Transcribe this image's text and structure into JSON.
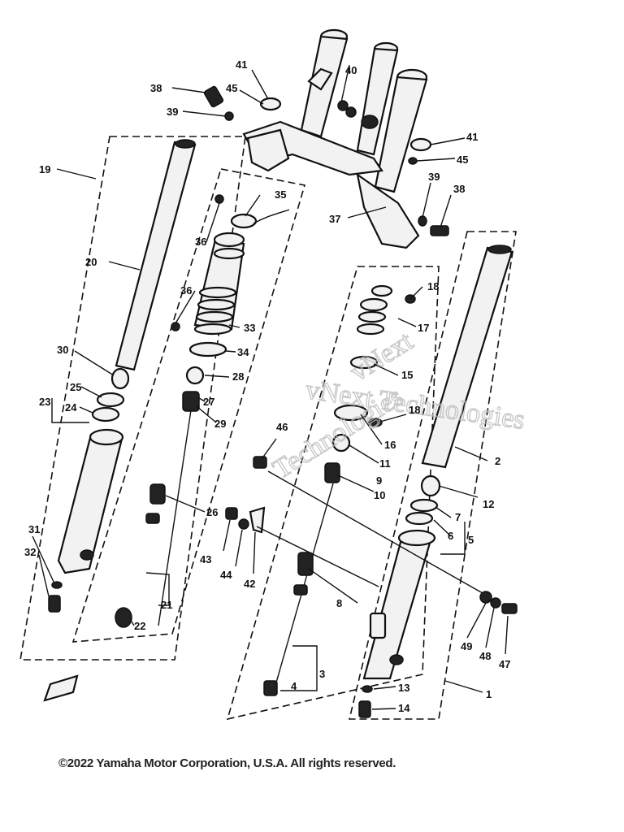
{
  "diagram": {
    "part_labels": [
      "1",
      "2",
      "4",
      "5",
      "6",
      "7",
      "8",
      "9",
      "10",
      "11",
      "12",
      "13",
      "14",
      "15",
      "16",
      "17",
      "18",
      "18",
      "19",
      "20",
      "21",
      "22",
      "23",
      "24",
      "25",
      "26",
      "27",
      "28",
      "29",
      "30",
      "31",
      "32",
      "33",
      "34",
      "35",
      "36",
      "36",
      "37",
      "38",
      "38",
      "39",
      "39",
      "40",
      "41",
      "41",
      "42",
      "43",
      "44",
      "45",
      "45",
      "46",
      "47",
      "48",
      "49"
    ],
    "callout_3": "3"
  },
  "watermark": {
    "brand_line1": "vNext Technologies",
    "brand_line2": "vNext",
    "brand_line3": "Technologies"
  },
  "footer": {
    "copyright": "©2022 Yamaha Motor Corporation, U.S.A. All rights reserved."
  }
}
